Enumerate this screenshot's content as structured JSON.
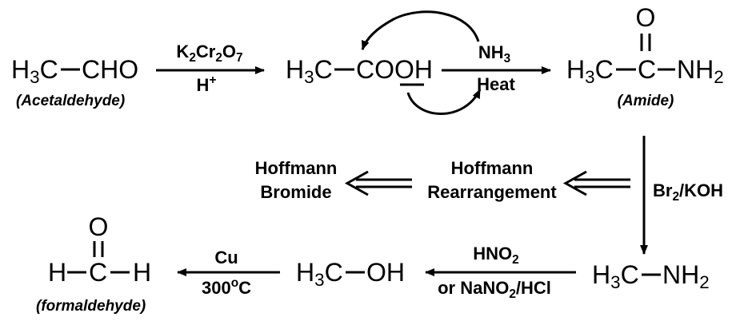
{
  "compounds": {
    "acetaldehyde": {
      "formula": [
        "H",
        "3",
        "C",
        "CHO"
      ],
      "name": "(Acetaldehyde)"
    },
    "acetic_acid": {
      "formula": [
        "H",
        "3",
        "C",
        "COOH"
      ]
    },
    "amide": {
      "formula": [
        "H",
        "3",
        "C",
        "C",
        "NH",
        "2",
        "O"
      ],
      "name": "(Amide)"
    },
    "methylamine": {
      "formula": [
        "H",
        "3",
        "C",
        "NH",
        "2"
      ]
    },
    "methanol": {
      "formula": [
        "H",
        "3",
        "C",
        "OH"
      ]
    },
    "formaldehyde": {
      "formula": [
        "H",
        "C",
        "H",
        "O"
      ],
      "name": "(formaldehyde)"
    }
  },
  "reagents": {
    "oxidation": {
      "top": [
        "K",
        "2",
        "Cr",
        "2",
        "O",
        "7"
      ],
      "bottom": [
        "H",
        "+"
      ]
    },
    "amidation": {
      "top": [
        "NH",
        "3"
      ],
      "bottom": "Heat"
    },
    "hoffmann": {
      "text": [
        "Br",
        "2",
        "/KOH"
      ]
    },
    "diazotization": {
      "top": [
        "HNO",
        "2"
      ],
      "bottom": [
        "or NaNO",
        "2",
        "/HCl"
      ]
    },
    "dehydrogenation": {
      "top": "Cu",
      "bottom": [
        "300",
        "o",
        "C"
      ]
    }
  },
  "notes": {
    "hoffmann_bromide": [
      "Hoffmann",
      "Bromide"
    ],
    "hoffmann_rearrangement": [
      "Hoffmann",
      "Rearrangement"
    ]
  }
}
